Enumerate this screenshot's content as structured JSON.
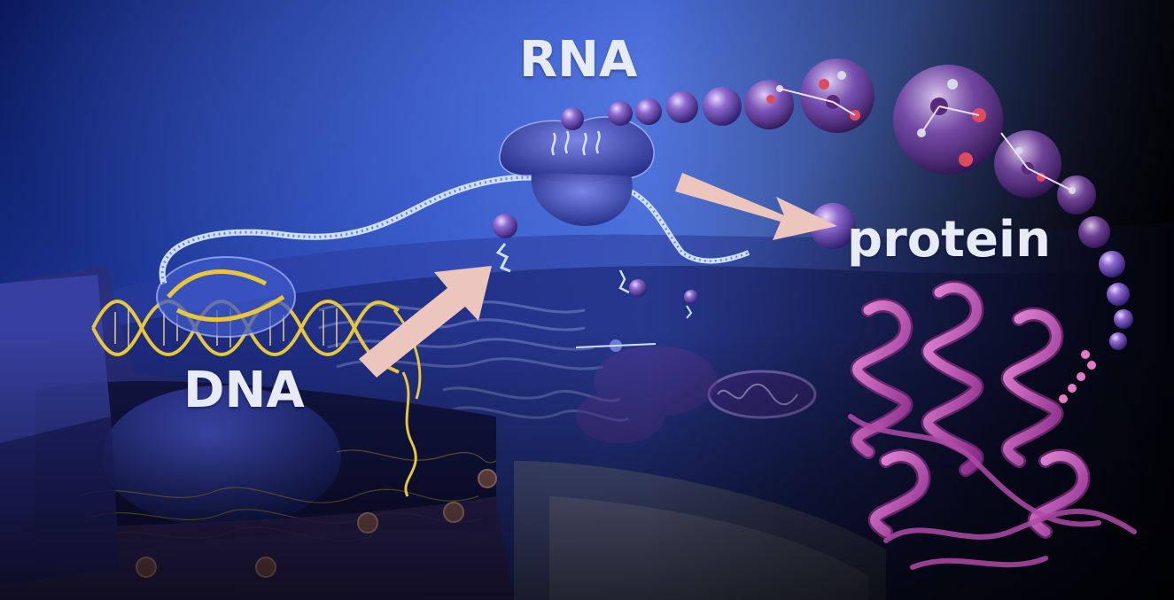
{
  "labels": {
    "dna": "DNA",
    "rna": "RNA",
    "protein": "protein"
  },
  "colors": {
    "background_deep": "#0b1c6e",
    "background_light": "#4a72d8",
    "background_dark": "#05050f",
    "arrow": "#ecc6bc",
    "label_text": "#e6ebf7",
    "dna_helix": "#e8c63a",
    "rna_strand": "#cfe0ff",
    "protein_ribbon": "#c24fb0",
    "ribosome": "#3e4cb0",
    "bead": "#6a4fb4"
  },
  "icons": [
    "dna-double-helix-icon",
    "rna-strand-icon",
    "ribosome-icon",
    "amino-acid-chain-icon",
    "folded-protein-icon",
    "cell-nucleus-icon",
    "mitochondrion-icon"
  ]
}
